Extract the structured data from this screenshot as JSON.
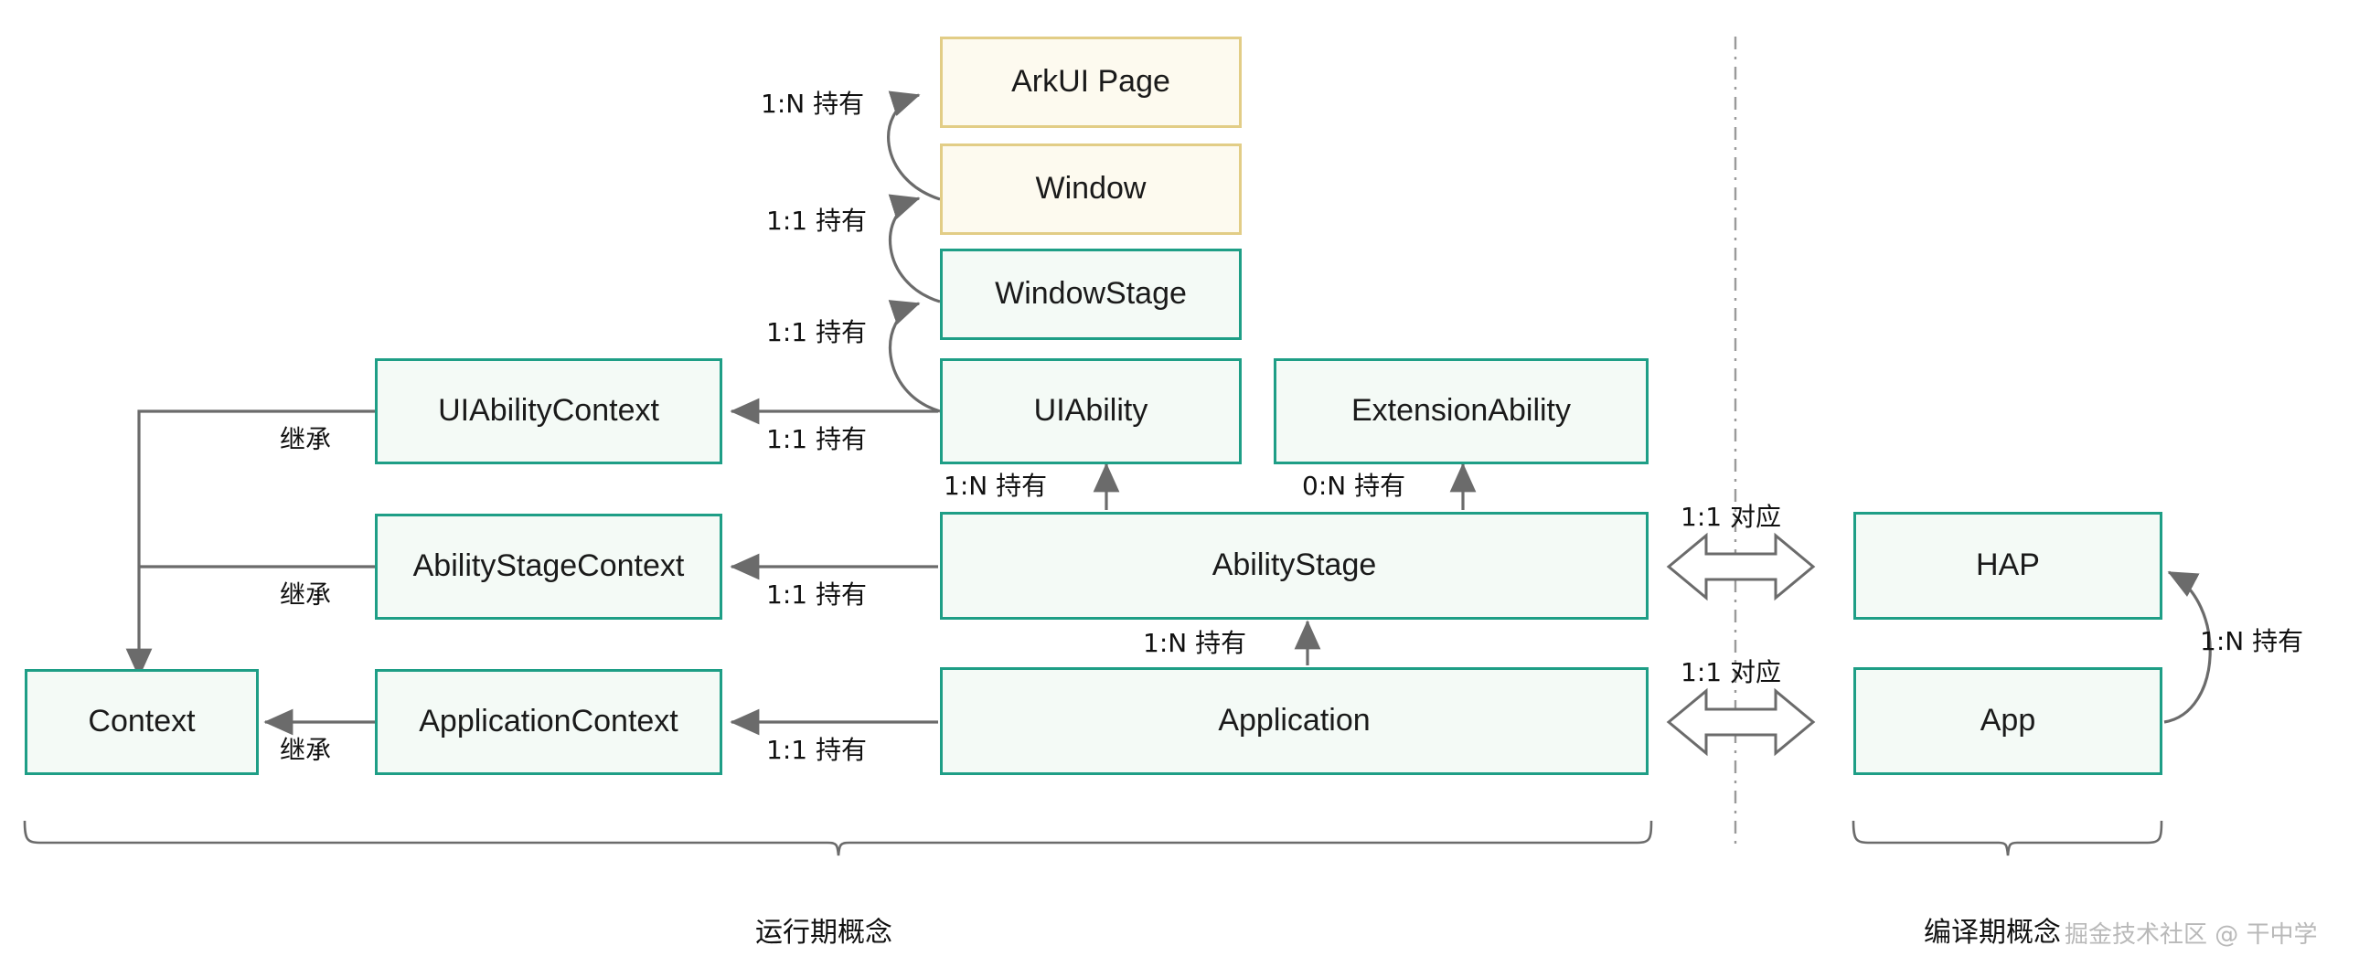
{
  "diagram": {
    "title_left": "运行期概念",
    "title_right": "编译期概念",
    "watermark": "掘金技术社区 @ 干中学",
    "colors": {
      "teal_border": "#1e9e86",
      "teal_fill": "#f4faf6",
      "yellow_border": "#e2cd86",
      "yellow_fill": "#fdfaef",
      "line": "#6b6b6b",
      "divider": "#9a9a9a"
    },
    "nodes": {
      "arkui_page": "ArkUI Page",
      "window": "Window",
      "window_stage": "WindowStage",
      "ui_ability": "UIAbility",
      "extension_ability": "ExtensionAbility",
      "ui_ability_context": "UIAbilityContext",
      "ability_stage_context": "AbilityStageContext",
      "ability_stage": "AbilityStage",
      "application_context": "ApplicationContext",
      "application": "Application",
      "context": "Context",
      "hap": "HAP",
      "app": "App"
    },
    "edges": {
      "page_from_window": "1:N 持有",
      "window_from_stage": "1:1 持有",
      "stage_from_ability": "1:1 持有",
      "uiability_to_context": "1:1 持有",
      "abilitystage_to_uiability": "1:N 持有",
      "abilitystage_to_extension": "0:N 持有",
      "abilitystage_to_context": "1:1 持有",
      "application_to_abilitystage": "1:N 持有",
      "application_to_context": "1:1 持有",
      "inherit_uiability": "继承",
      "inherit_abilitystage": "继承",
      "inherit_application": "继承",
      "map_hap": "1:1 对应",
      "map_app": "1:1 对应",
      "app_holds_hap": "1:N 持有"
    }
  }
}
